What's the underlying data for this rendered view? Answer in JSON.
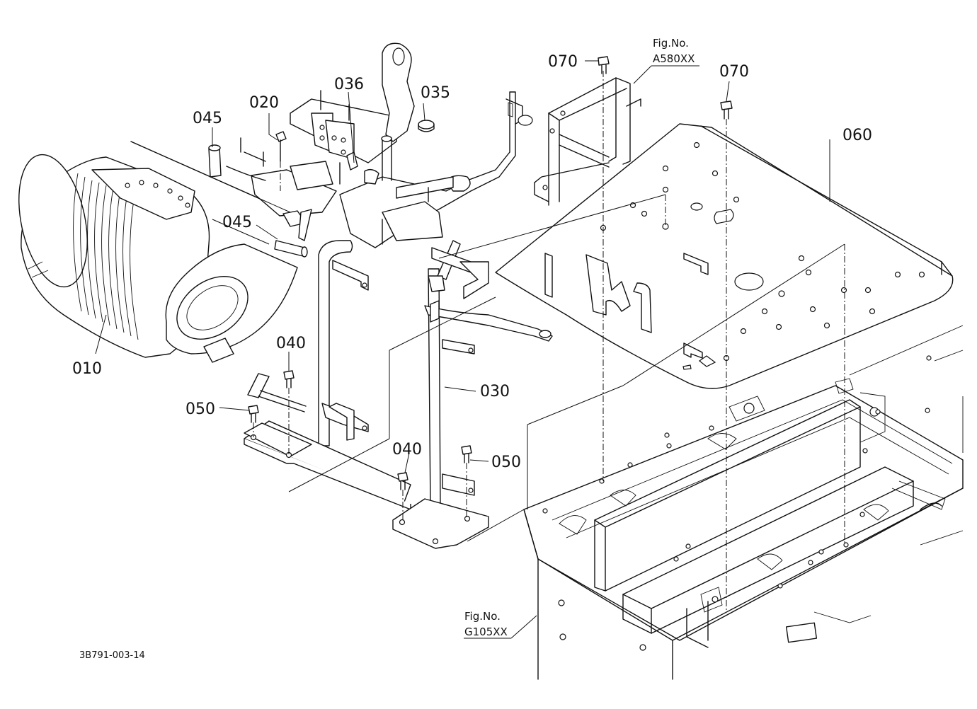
{
  "callouts": {
    "c010": "010",
    "c020": "020",
    "c030": "030",
    "c035": "035",
    "c036": "036",
    "c040a": "040",
    "c040b": "040",
    "c045a": "045",
    "c045b": "045",
    "c050a": "050",
    "c050b": "050",
    "c060": "060",
    "c070a": "070",
    "c070b": "070"
  },
  "references": {
    "top": {
      "label": "Fig.No.",
      "number": "A580XX"
    },
    "bottom": {
      "label": "Fig.No.",
      "number": "G105XX"
    }
  },
  "drawing_code": "3B791-003-14"
}
